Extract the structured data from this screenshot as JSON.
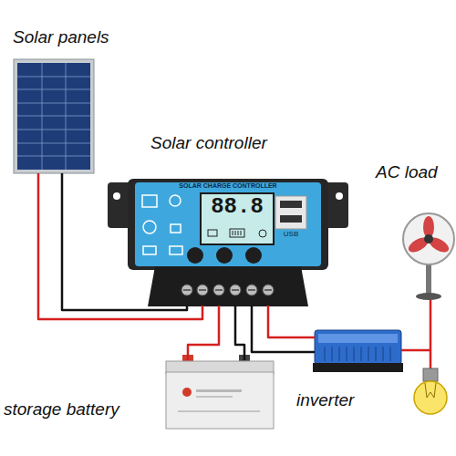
{
  "diagram": {
    "nodes": [
      {
        "text": [
          "Solar panels"
        ]
      },
      {
        "text": [
          "Solar controller",
          "SOLAR CHARGE CONTROLLER",
          "88.8",
          "USB"
        ]
      },
      {
        "text": [
          "storage battery"
        ]
      },
      {
        "text": [
          "inverter"
        ]
      },
      {
        "text": [
          "AC load"
        ]
      }
    ],
    "edges": [
      {
        "from": 0,
        "to": 1,
        "arrow": "none"
      },
      {
        "from": 1,
        "to": 2,
        "arrow": "none"
      },
      {
        "from": 1,
        "to": 3,
        "arrow": "none"
      },
      {
        "from": 3,
        "to": 4,
        "arrow": "none"
      }
    ]
  }
}
